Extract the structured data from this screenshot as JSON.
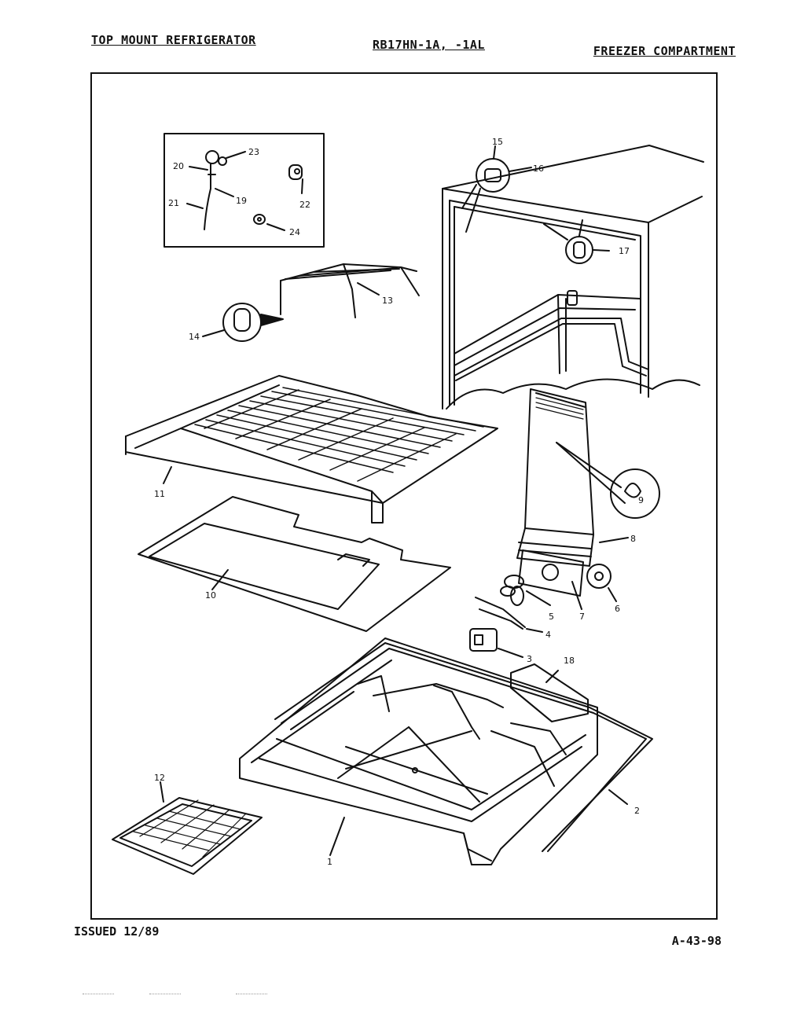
{
  "header": {
    "left": "TOP MOUNT REFRIGERATOR",
    "center": "RB17HN-1A, -1AL",
    "right": "FREEZER COMPARTMENT"
  },
  "footer": {
    "issued": "ISSUED 12/89",
    "doc_number": "A-43-98"
  },
  "callouts": {
    "c1": "1",
    "c2": "2",
    "c3": "3",
    "c4": "4",
    "c5": "5",
    "c6": "6",
    "c7": "7",
    "c8": "8",
    "c9": "9",
    "c10": "10",
    "c11": "11",
    "c12": "12",
    "c13": "13",
    "c14": "14",
    "c15": "15",
    "c16": "16",
    "c17": "17",
    "c18": "18",
    "c19": "19",
    "c20": "20",
    "c21": "21",
    "c22": "22",
    "c23": "23",
    "c24": "24"
  }
}
